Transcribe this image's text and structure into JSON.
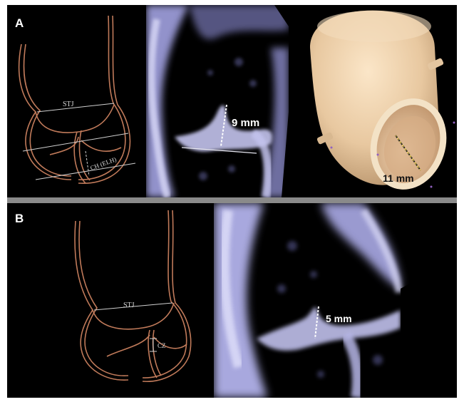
{
  "figure": {
    "panel_a": {
      "letter": "A",
      "diagram_labels": {
        "stj": "STJ",
        "ch_elh": "CH (ELH)"
      },
      "echo_measurement": "9 mm",
      "model_measurement": "11 mm"
    },
    "panel_b": {
      "letter": "B",
      "diagram_labels": {
        "stj": "STJ",
        "cz": "CZ"
      },
      "echo_measurement": "5 mm"
    }
  },
  "colors": {
    "background": "#000000",
    "divider": "#8a8a8a",
    "diagram_line": "#c07a5a",
    "echo_tissue": "#b8b8e8",
    "model_surface": "#f0dcc0"
  },
  "icons": [
    "valve-diagram",
    "echo-image",
    "3d-aortic-root-model"
  ]
}
